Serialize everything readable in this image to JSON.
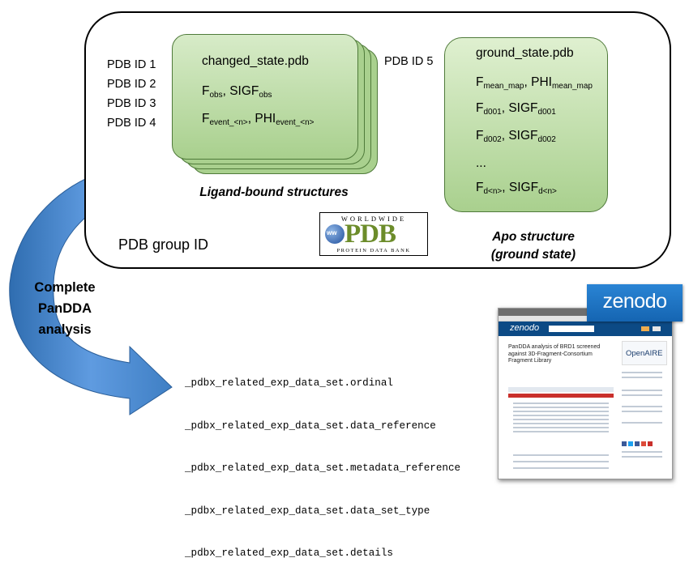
{
  "group_label": "PDB group ID",
  "pdb_ids": [
    "PDB ID 1",
    "PDB ID 2",
    "PDB ID 3",
    "PDB ID 4"
  ],
  "pdb_id_apo": "PDB ID 5",
  "ligand_card": {
    "filename": "changed_state.pdb",
    "line1": {
      "a": "F",
      "a_sub": "obs",
      "sep": ", ",
      "b": "SIGF",
      "b_sub": "obs"
    },
    "line2": {
      "a": "F",
      "a_sub": "event_<n>",
      "sep": ", ",
      "b": "PHI",
      "b_sub": "event_<n>"
    }
  },
  "ligand_caption": "Ligand-bound  structures",
  "apo_card": {
    "filename": "ground_state.pdb",
    "line1": {
      "a": "F",
      "a_sub": "mean_map",
      "sep": ", ",
      "b": "PHI",
      "b_sub": "mean_map"
    },
    "line2": {
      "a": "F",
      "a_sub": "d001",
      "sep": ", ",
      "b": "SIGF",
      "b_sub": "d001"
    },
    "line3": {
      "a": "F",
      "a_sub": "d002",
      "sep": ", ",
      "b": "SIGF",
      "b_sub": "d002"
    },
    "ellipsis": "...",
    "line4": {
      "a": "F",
      "a_sub": "d<n>",
      "sep": ", ",
      "b": "SIGF",
      "b_sub": "d<n>"
    }
  },
  "apo_caption": {
    "line1": "Apo structure",
    "line2": "(ground state)"
  },
  "wwpdb_logo": {
    "top": "WORLDWIDE",
    "main": "PDB",
    "bottom": "PROTEIN DATA BANK",
    "globe": "ww"
  },
  "arrow_label": [
    "Complete",
    "PanDDA",
    "analysis"
  ],
  "mmcif_items": [
    "_pdbx_related_exp_data_set.ordinal",
    "_pdbx_related_exp_data_set.data_reference",
    "_pdbx_related_exp_data_set.metadata_reference",
    "_pdbx_related_exp_data_set.data_set_type",
    "_pdbx_related_exp_data_set.details"
  ],
  "zenodo_badge": "zenodo",
  "zenodo_screenshot": {
    "logo": "zenodo",
    "record_title": "PanDDA analysis of BRD1 screened against 3D-Fragment-Consortium Fragment Library",
    "openaire": "OpenAIRE"
  },
  "colors": {
    "card_fill": "#a9d08e",
    "card_border": "#4f7a3a",
    "arrow": "#4a86c8",
    "zenodo_blue": "#1565b2",
    "pdb_green": "#6c8c2a"
  },
  "icons": [
    "curved-arrow-icon",
    "globe-icon"
  ]
}
